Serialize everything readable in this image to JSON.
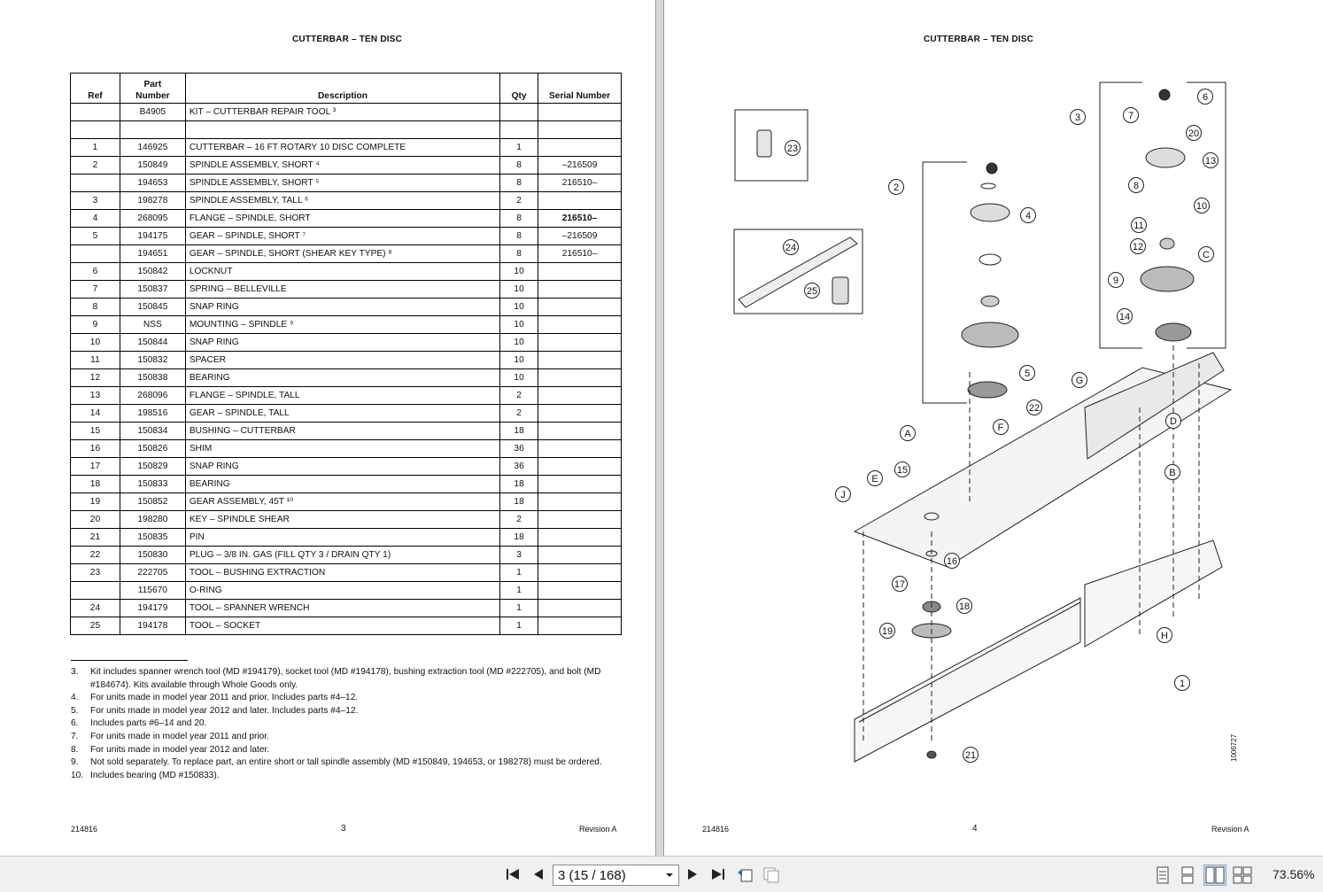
{
  "left_page": {
    "title": "CUTTERBAR – TEN DISC",
    "table": {
      "headers": {
        "ref": "Ref",
        "part_line1": "Part",
        "part_line2": "Number",
        "description": "Description",
        "qty": "Qty",
        "serial": "Serial Number"
      },
      "rows": [
        {
          "ref": "",
          "part": "B4905",
          "desc": "KIT – CUTTERBAR REPAIR TOOL ³",
          "qty": "",
          "serial": ""
        },
        {
          "ref": "",
          "part": "",
          "desc": "",
          "qty": "",
          "serial": ""
        },
        {
          "ref": "1",
          "part": "146925",
          "desc": "CUTTERBAR – 16 FT ROTARY 10 DISC COMPLETE",
          "qty": "1",
          "serial": ""
        },
        {
          "ref": "2",
          "part": "150849",
          "desc": "SPINDLE ASSEMBLY, SHORT ⁴",
          "qty": "8",
          "serial": "–216509"
        },
        {
          "ref": "",
          "part": "194653",
          "desc": "SPINDLE ASSEMBLY, SHORT ⁵",
          "qty": "8",
          "serial": "216510–"
        },
        {
          "ref": "3",
          "part": "198278",
          "desc": "SPINDLE ASSEMBLY, TALL ⁶",
          "qty": "2",
          "serial": ""
        },
        {
          "ref": "4",
          "part": "268095",
          "desc": "FLANGE – SPINDLE, SHORT",
          "qty": "8",
          "serial": "216510–"
        },
        {
          "ref": "5",
          "part": "194175",
          "desc": "GEAR – SPINDLE, SHORT ⁷",
          "qty": "8",
          "serial": "–216509"
        },
        {
          "ref": "",
          "part": "194651",
          "desc": "GEAR – SPINDLE, SHORT (SHEAR KEY TYPE) ⁸",
          "qty": "8",
          "serial": "216510–"
        },
        {
          "ref": "6",
          "part": "150842",
          "desc": "LOCKNUT",
          "qty": "10",
          "serial": ""
        },
        {
          "ref": "7",
          "part": "150837",
          "desc": "SPRING – BELLEVILLE",
          "qty": "10",
          "serial": ""
        },
        {
          "ref": "8",
          "part": "150845",
          "desc": "SNAP RING",
          "qty": "10",
          "serial": ""
        },
        {
          "ref": "9",
          "part": "NSS",
          "desc": "MOUNTING – SPINDLE ⁹",
          "qty": "10",
          "serial": ""
        },
        {
          "ref": "10",
          "part": "150844",
          "desc": "SNAP RING",
          "qty": "10",
          "serial": ""
        },
        {
          "ref": "11",
          "part": "150832",
          "desc": "SPACER",
          "qty": "10",
          "serial": ""
        },
        {
          "ref": "12",
          "part": "150838",
          "desc": "BEARING",
          "qty": "10",
          "serial": ""
        },
        {
          "ref": "13",
          "part": "268096",
          "desc": "FLANGE – SPINDLE, TALL",
          "qty": "2",
          "serial": ""
        },
        {
          "ref": "14",
          "part": "198516",
          "desc": "GEAR – SPINDLE, TALL",
          "qty": "2",
          "serial": ""
        },
        {
          "ref": "15",
          "part": "150834",
          "desc": "BUSHING – CUTTERBAR",
          "qty": "18",
          "serial": ""
        },
        {
          "ref": "16",
          "part": "150826",
          "desc": "SHIM",
          "qty": "36",
          "serial": ""
        },
        {
          "ref": "17",
          "part": "150829",
          "desc": "SNAP RING",
          "qty": "36",
          "serial": ""
        },
        {
          "ref": "18",
          "part": "150833",
          "desc": "BEARING",
          "qty": "18",
          "serial": ""
        },
        {
          "ref": "19",
          "part": "150852",
          "desc": "GEAR ASSEMBLY, 45T ¹⁰",
          "qty": "18",
          "serial": ""
        },
        {
          "ref": "20",
          "part": "198280",
          "desc": "KEY – SPINDLE SHEAR",
          "qty": "2",
          "serial": ""
        },
        {
          "ref": "21",
          "part": "150835",
          "desc": "PIN",
          "qty": "18",
          "serial": ""
        },
        {
          "ref": "22",
          "part": "150830",
          "desc": "PLUG – 3/8 IN. GAS (FILL QTY 3 / DRAIN QTY 1)",
          "qty": "3",
          "serial": ""
        },
        {
          "ref": "23",
          "part": "222705",
          "desc": "TOOL – BUSHING EXTRACTION",
          "qty": "1",
          "serial": ""
        },
        {
          "ref": "",
          "part": "115670",
          "desc": "O-RING",
          "qty": "1",
          "serial": ""
        },
        {
          "ref": "24",
          "part": "194179",
          "desc": "TOOL – SPANNER WRENCH",
          "qty": "1",
          "serial": ""
        },
        {
          "ref": "25",
          "part": "194178",
          "desc": "TOOL – SOCKET",
          "qty": "1",
          "serial": ""
        }
      ]
    },
    "footnotes": [
      {
        "num": "3.",
        "text": "Kit includes spanner wrench tool (MD #194179), socket tool (MD #194178), bushing extraction tool (MD #222705), and bolt (MD #184674). Kits available through Whole Goods only."
      },
      {
        "num": "4.",
        "text": "For units made in model year 2011 and prior. Includes parts #4–12."
      },
      {
        "num": "5.",
        "text": "For units made in model year 2012 and later. Includes parts #4–12."
      },
      {
        "num": "6.",
        "text": "Includes parts #6–14 and 20."
      },
      {
        "num": "7.",
        "text": "For units made in model year 2011 and prior."
      },
      {
        "num": "8.",
        "text": "For units made in model year 2012 and later."
      },
      {
        "num": "9.",
        "text": "Not sold separately. To replace part, an entire short or tall spindle assembly (MD #150849, 194653, or 198278) must be ordered."
      },
      {
        "num": "10.",
        "text": "Includes bearing (MD #150833)."
      }
    ],
    "footer_doc": "214816",
    "page_number": "3",
    "footer_revision": "Revision A"
  },
  "right_page": {
    "title": "CUTTERBAR – TEN DISC",
    "callouts": [
      "1",
      "2",
      "3",
      "4",
      "5",
      "6",
      "7",
      "8",
      "9",
      "10",
      "11",
      "12",
      "13",
      "14",
      "15",
      "16",
      "17",
      "18",
      "19",
      "20",
      "21",
      "22",
      "23",
      "24",
      "25",
      "A",
      "B",
      "C",
      "D",
      "E",
      "F",
      "G",
      "H",
      "J"
    ],
    "drawing_id": "1006727",
    "footer_doc": "214816",
    "page_number": "4",
    "footer_revision": "Revision A"
  },
  "toolbar": {
    "page_field": "3 (15 / 168)",
    "zoom": "73.56%"
  }
}
